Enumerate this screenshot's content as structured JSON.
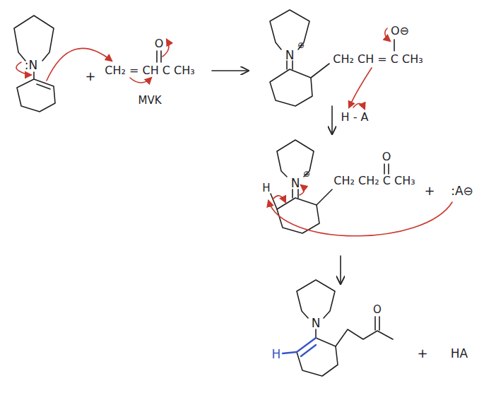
{
  "diagram": {
    "labels": [
      ":N",
      "+",
      "CH₂ = CH C CH₃",
      "O",
      "MVK",
      "⊕",
      "N",
      "CH₂ CH = C CH₃",
      "O⊖",
      "H - A",
      "⊕",
      "N",
      "H",
      "CH₂ CH₂ C CH₃",
      "O",
      "+",
      ":A⊖",
      "N",
      "H",
      "O",
      "+",
      "HA"
    ]
  }
}
